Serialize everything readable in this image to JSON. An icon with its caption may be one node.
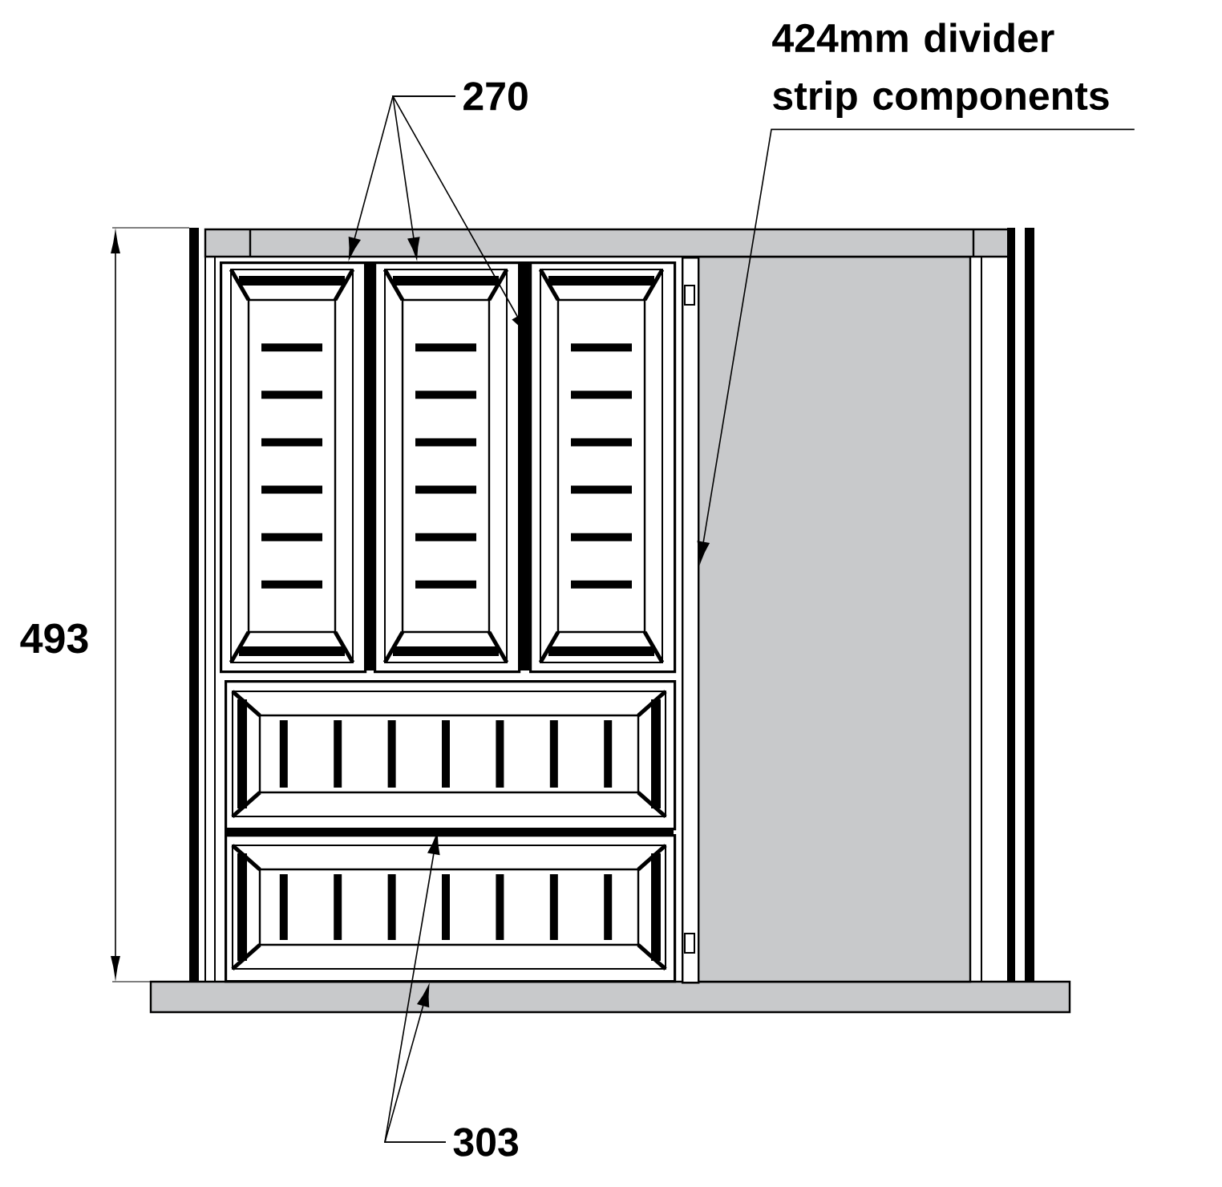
{
  "diagram": {
    "nodes": [
      {
        "text": [
          "270"
        ]
      },
      {
        "text": [],
        "shape": "box"
      },
      {
        "text": [],
        "shape": "box"
      },
      {
        "text": [],
        "shape": "box"
      },
      {
        "text": [
          "303"
        ]
      },
      {
        "text": [],
        "shape": "box"
      },
      {
        "text": [],
        "shape": "box"
      },
      {
        "text": [
          "424mm divider strip components"
        ]
      },
      {
        "text": [],
        "shape": "bar"
      }
    ],
    "edges": [
      {
        "from": 0,
        "to": 1,
        "arrow": "to"
      },
      {
        "from": 0,
        "to": 2,
        "arrow": "to"
      },
      {
        "from": 0,
        "to": 3,
        "arrow": "to"
      },
      {
        "from": 4,
        "to": 5,
        "arrow": "to"
      },
      {
        "from": 4,
        "to": 6,
        "arrow": "to"
      },
      {
        "from": 7,
        "to": 8,
        "arrow": "to"
      }
    ],
    "labels": [
      "493"
    ]
  }
}
